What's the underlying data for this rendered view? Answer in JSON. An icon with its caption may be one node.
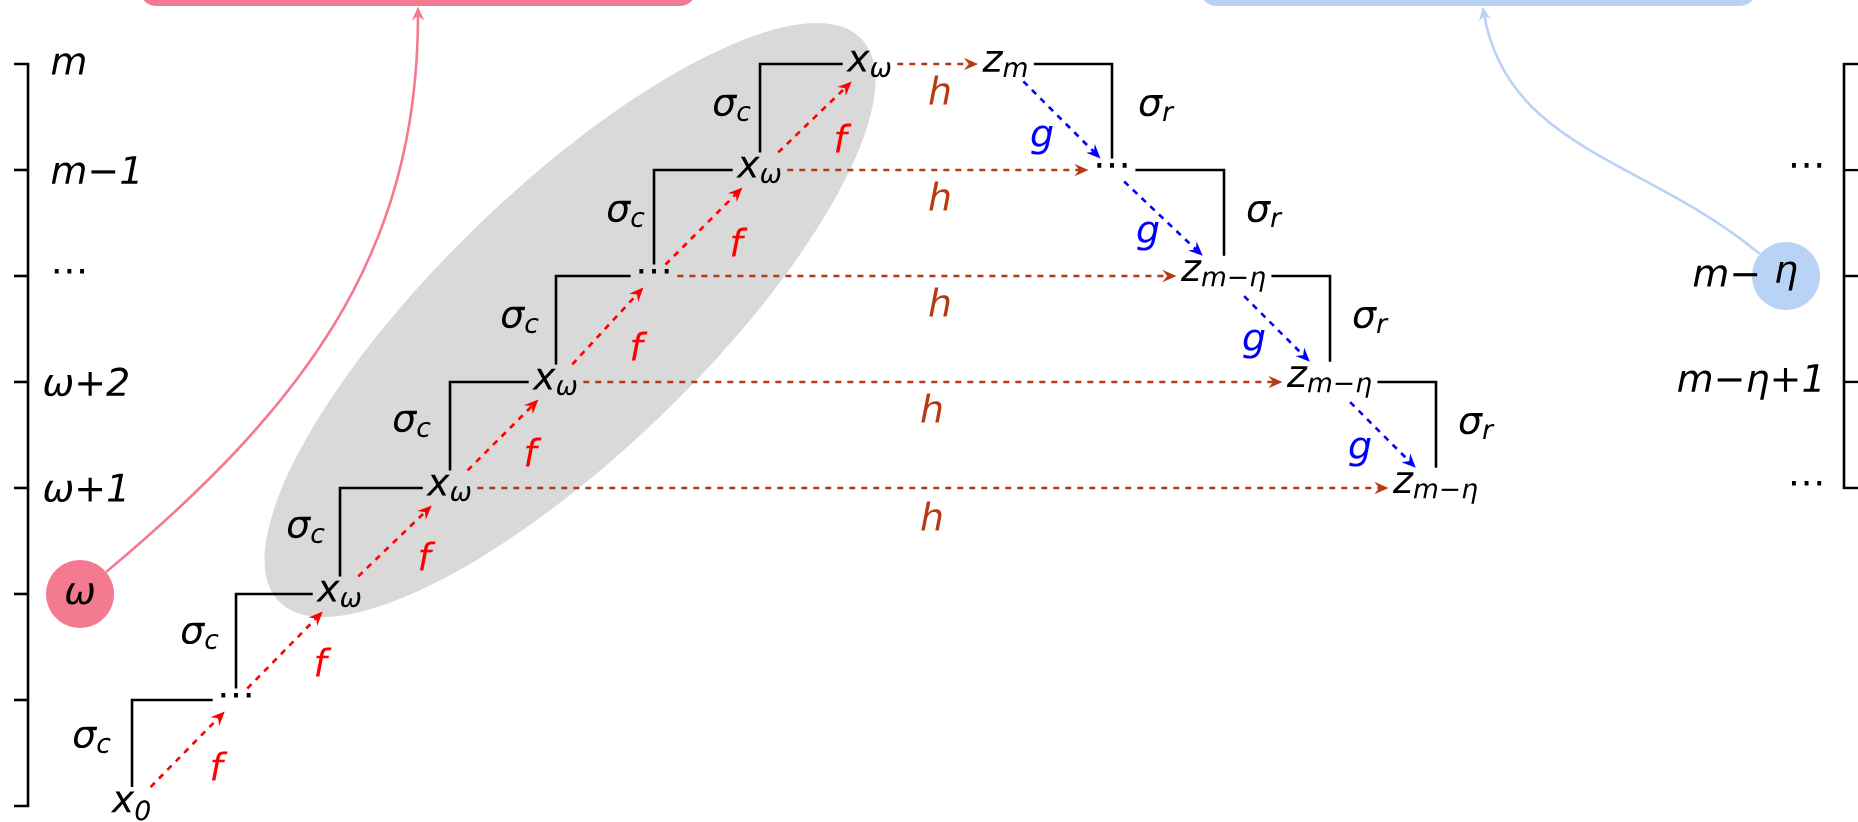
{
  "diagram": {
    "nodes": [
      {
        "text": [],
        "shape": "box"
      },
      {
        "text": [],
        "shape": "box"
      },
      {
        "text": [
          "ω"
        ]
      },
      {
        "text": [
          "η"
        ],
        "beside": [
          "m−"
        ]
      },
      {
        "text": [
          "x$_{0}$"
        ]
      },
      {
        "text": [
          "⋯"
        ]
      },
      {
        "text": [],
        "shape": "ellipse"
      },
      {
        "text": [
          "x$_{ω}$"
        ],
        "in": 6
      },
      {
        "text": [
          "x$_{ω}$"
        ],
        "in": 6
      },
      {
        "text": [
          "x$_{ω}$"
        ],
        "in": 6
      },
      {
        "text": [
          "⋯"
        ],
        "in": 6
      },
      {
        "text": [
          "x$_{ω}$"
        ],
        "in": 6
      },
      {
        "text": [
          "x$_{ω}$"
        ],
        "in": 6
      },
      {
        "text": [
          "z$_{m}$"
        ]
      },
      {
        "text": [
          "⋯"
        ]
      },
      {
        "text": [
          "z$_{m−η}$"
        ]
      },
      {
        "text": [
          "z$_{m−η}$"
        ]
      },
      {
        "text": [
          "z$_{m−η}$"
        ]
      }
    ],
    "edges": [
      {
        "from": 4,
        "to": 5,
        "arrow": "to",
        "label": "f",
        "style": "dashed",
        "color": "#ff0000"
      },
      {
        "from": 5,
        "to": 7,
        "arrow": "to",
        "label": "f",
        "style": "dashed",
        "color": "#ff0000"
      },
      {
        "from": 7,
        "to": 8,
        "arrow": "to",
        "label": "f",
        "style": "dashed",
        "color": "#ff0000"
      },
      {
        "from": 8,
        "to": 9,
        "arrow": "to",
        "label": "f",
        "style": "dashed",
        "color": "#ff0000"
      },
      {
        "from": 9,
        "to": 10,
        "arrow": "to",
        "label": "f",
        "style": "dashed",
        "color": "#ff0000"
      },
      {
        "from": 10,
        "to": 11,
        "arrow": "to",
        "label": "f",
        "style": "dashed",
        "color": "#ff0000"
      },
      {
        "from": 11,
        "to": 12,
        "arrow": "to",
        "label": "f",
        "style": "dashed",
        "color": "#ff0000"
      },
      {
        "from": 12,
        "to": 13,
        "arrow": "to",
        "label": "h",
        "style": "dashed",
        "color": "#b83a14"
      },
      {
        "from": 11,
        "to": 14,
        "arrow": "to",
        "label": "h",
        "style": "dashed",
        "color": "#b83a14"
      },
      {
        "from": 10,
        "to": 15,
        "arrow": "to",
        "label": "h",
        "style": "dashed",
        "color": "#b83a14"
      },
      {
        "from": 9,
        "to": 16,
        "arrow": "to",
        "label": "h",
        "style": "dashed",
        "color": "#b83a14"
      },
      {
        "from": 8,
        "to": 17,
        "arrow": "to",
        "label": "h",
        "style": "dashed",
        "color": "#b83a14"
      },
      {
        "from": 13,
        "to": 14,
        "arrow": "to",
        "label": "g",
        "style": "dashed",
        "color": "#0000ff"
      },
      {
        "from": 14,
        "to": 15,
        "arrow": "to",
        "label": "g",
        "style": "dashed",
        "color": "#0000ff"
      },
      {
        "from": 15,
        "to": 16,
        "arrow": "to",
        "label": "g",
        "style": "dashed",
        "color": "#0000ff"
      },
      {
        "from": 16,
        "to": 17,
        "arrow": "to",
        "label": "g",
        "style": "dashed",
        "color": "#0000ff"
      },
      {
        "from": 2,
        "to": 0,
        "arrow": "to",
        "color": "#f47a90"
      },
      {
        "from": 3,
        "to": 1,
        "arrow": "to",
        "color": "#b9d3f7"
      },
      {
        "from": 4,
        "to": 5,
        "arrow": "none",
        "label": "σ$_{c}$"
      },
      {
        "from": 5,
        "to": 7,
        "arrow": "none",
        "label": "σ$_{c}$"
      },
      {
        "from": 7,
        "to": 8,
        "arrow": "none",
        "label": "σ$_{c}$"
      },
      {
        "from": 8,
        "to": 9,
        "arrow": "none",
        "label": "σ$_{c}$"
      },
      {
        "from": 9,
        "to": 10,
        "arrow": "none",
        "label": "σ$_{c}$"
      },
      {
        "from": 10,
        "to": 11,
        "arrow": "none",
        "label": "σ$_{c}$"
      },
      {
        "from": 11,
        "to": 12,
        "arrow": "none",
        "label": "σ$_{c}$"
      },
      {
        "from": 13,
        "to": 14,
        "arrow": "none",
        "label": "σ$_{r}$"
      },
      {
        "from": 14,
        "to": 15,
        "arrow": "none",
        "label": "σ$_{r}$"
      },
      {
        "from": 15,
        "to": 16,
        "arrow": "none",
        "label": "σ$_{r}$"
      },
      {
        "from": 16,
        "to": 17,
        "arrow": "none",
        "label": "σ$_{r}$"
      }
    ],
    "labels": [
      "m",
      "m−1",
      "⋯",
      "ω+2",
      "ω+1",
      "⋯",
      "m−η+1",
      "⋯"
    ]
  }
}
